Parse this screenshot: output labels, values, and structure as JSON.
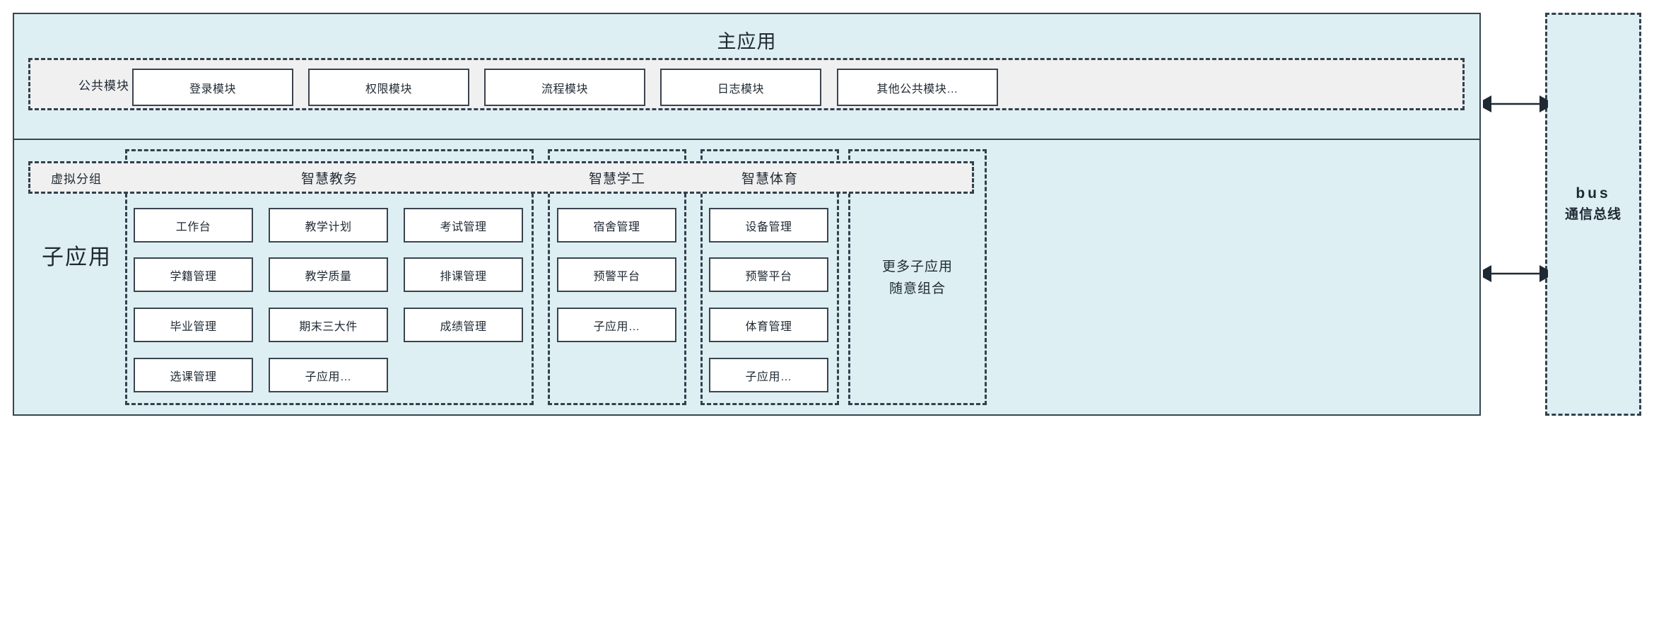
{
  "diagram": {
    "title_main": "主应用",
    "title_sub": "子应用",
    "main_app": {
      "title": "主应用",
      "common_band_label": "公共模块",
      "modules": [
        {
          "label": "登录模块"
        },
        {
          "label": "权限模块"
        },
        {
          "label": "流程模块"
        },
        {
          "label": "日志模块"
        },
        {
          "label": "其他公共模块…"
        }
      ]
    },
    "sub_app": {
      "title": "子应用",
      "virtual_group_label": "虚拟分组",
      "groups": [
        {
          "name": "智慧教务",
          "apps": [
            "工作台",
            "教学计划",
            "考试管理",
            "学籍管理",
            "教学质量",
            "排课管理",
            "毕业管理",
            "期末三大件",
            "成绩管理",
            "选课管理",
            "子应用…"
          ]
        },
        {
          "name": "智慧学工",
          "apps": [
            "宿舍管理",
            "预警平台",
            "子应用…"
          ]
        },
        {
          "name": "智慧体育",
          "apps": [
            "设备管理",
            "预警平台",
            "体育管理",
            "子应用…"
          ]
        },
        {
          "name": "",
          "more_line1": "更多子应用",
          "more_line2": "随意组合"
        }
      ]
    },
    "bus": {
      "label_en": "bus",
      "label_cn": "通信总线"
    },
    "connectors": [
      {
        "name": "main-to-bus",
        "type": "double-arrow"
      },
      {
        "name": "sub-to-bus",
        "type": "double-arrow"
      }
    ],
    "colors": {
      "panel_fill": "#ddeff3",
      "band_fill": "#f0f0f0",
      "border": "#3a4450",
      "dash_border": "#33404d",
      "tile_fill": "#ffffff"
    }
  }
}
